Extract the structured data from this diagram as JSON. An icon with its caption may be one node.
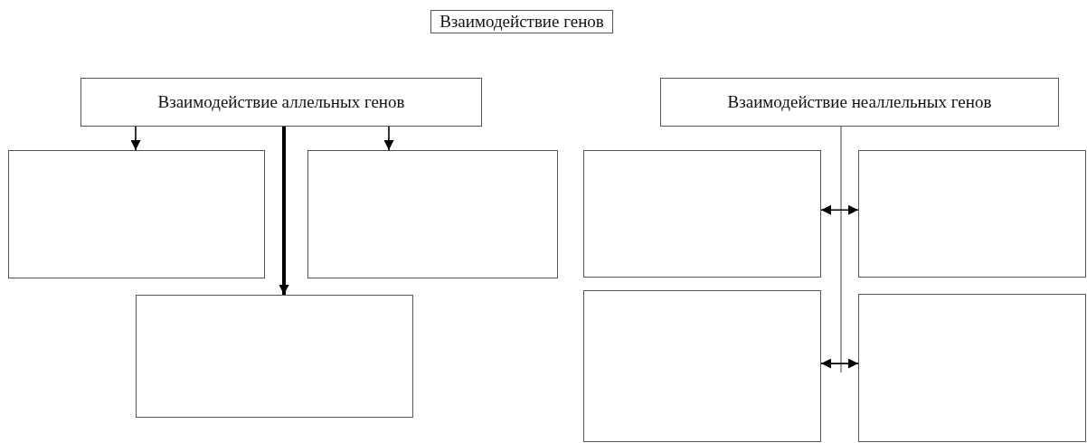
{
  "diagram": {
    "nodes": [
      {
        "text": [
          "Взаимодействие генов"
        ]
      },
      {
        "text": [
          "Взаимодействие аллельных генов"
        ]
      },
      {
        "text": [],
        "shape": "box"
      },
      {
        "text": [],
        "shape": "box"
      },
      {
        "text": [],
        "shape": "box"
      },
      {
        "text": [
          "Взаимодействие неаллельных генов"
        ]
      },
      {
        "text": [],
        "shape": "box"
      },
      {
        "text": [],
        "shape": "box"
      },
      {
        "text": [],
        "shape": "box"
      },
      {
        "text": [],
        "shape": "box"
      }
    ],
    "edges": [
      {
        "from": 1,
        "to": 2,
        "arrow": "to"
      },
      {
        "from": 1,
        "to": 4,
        "arrow": "to",
        "style": "thick"
      },
      {
        "from": 1,
        "to": 3,
        "arrow": "to"
      },
      {
        "from": 5,
        "to": null,
        "arrow": "none",
        "color": "#888888"
      },
      {
        "from": 6,
        "to": 7,
        "arrow": "both"
      },
      {
        "from": 8,
        "to": 9,
        "arrow": "both"
      }
    ]
  }
}
